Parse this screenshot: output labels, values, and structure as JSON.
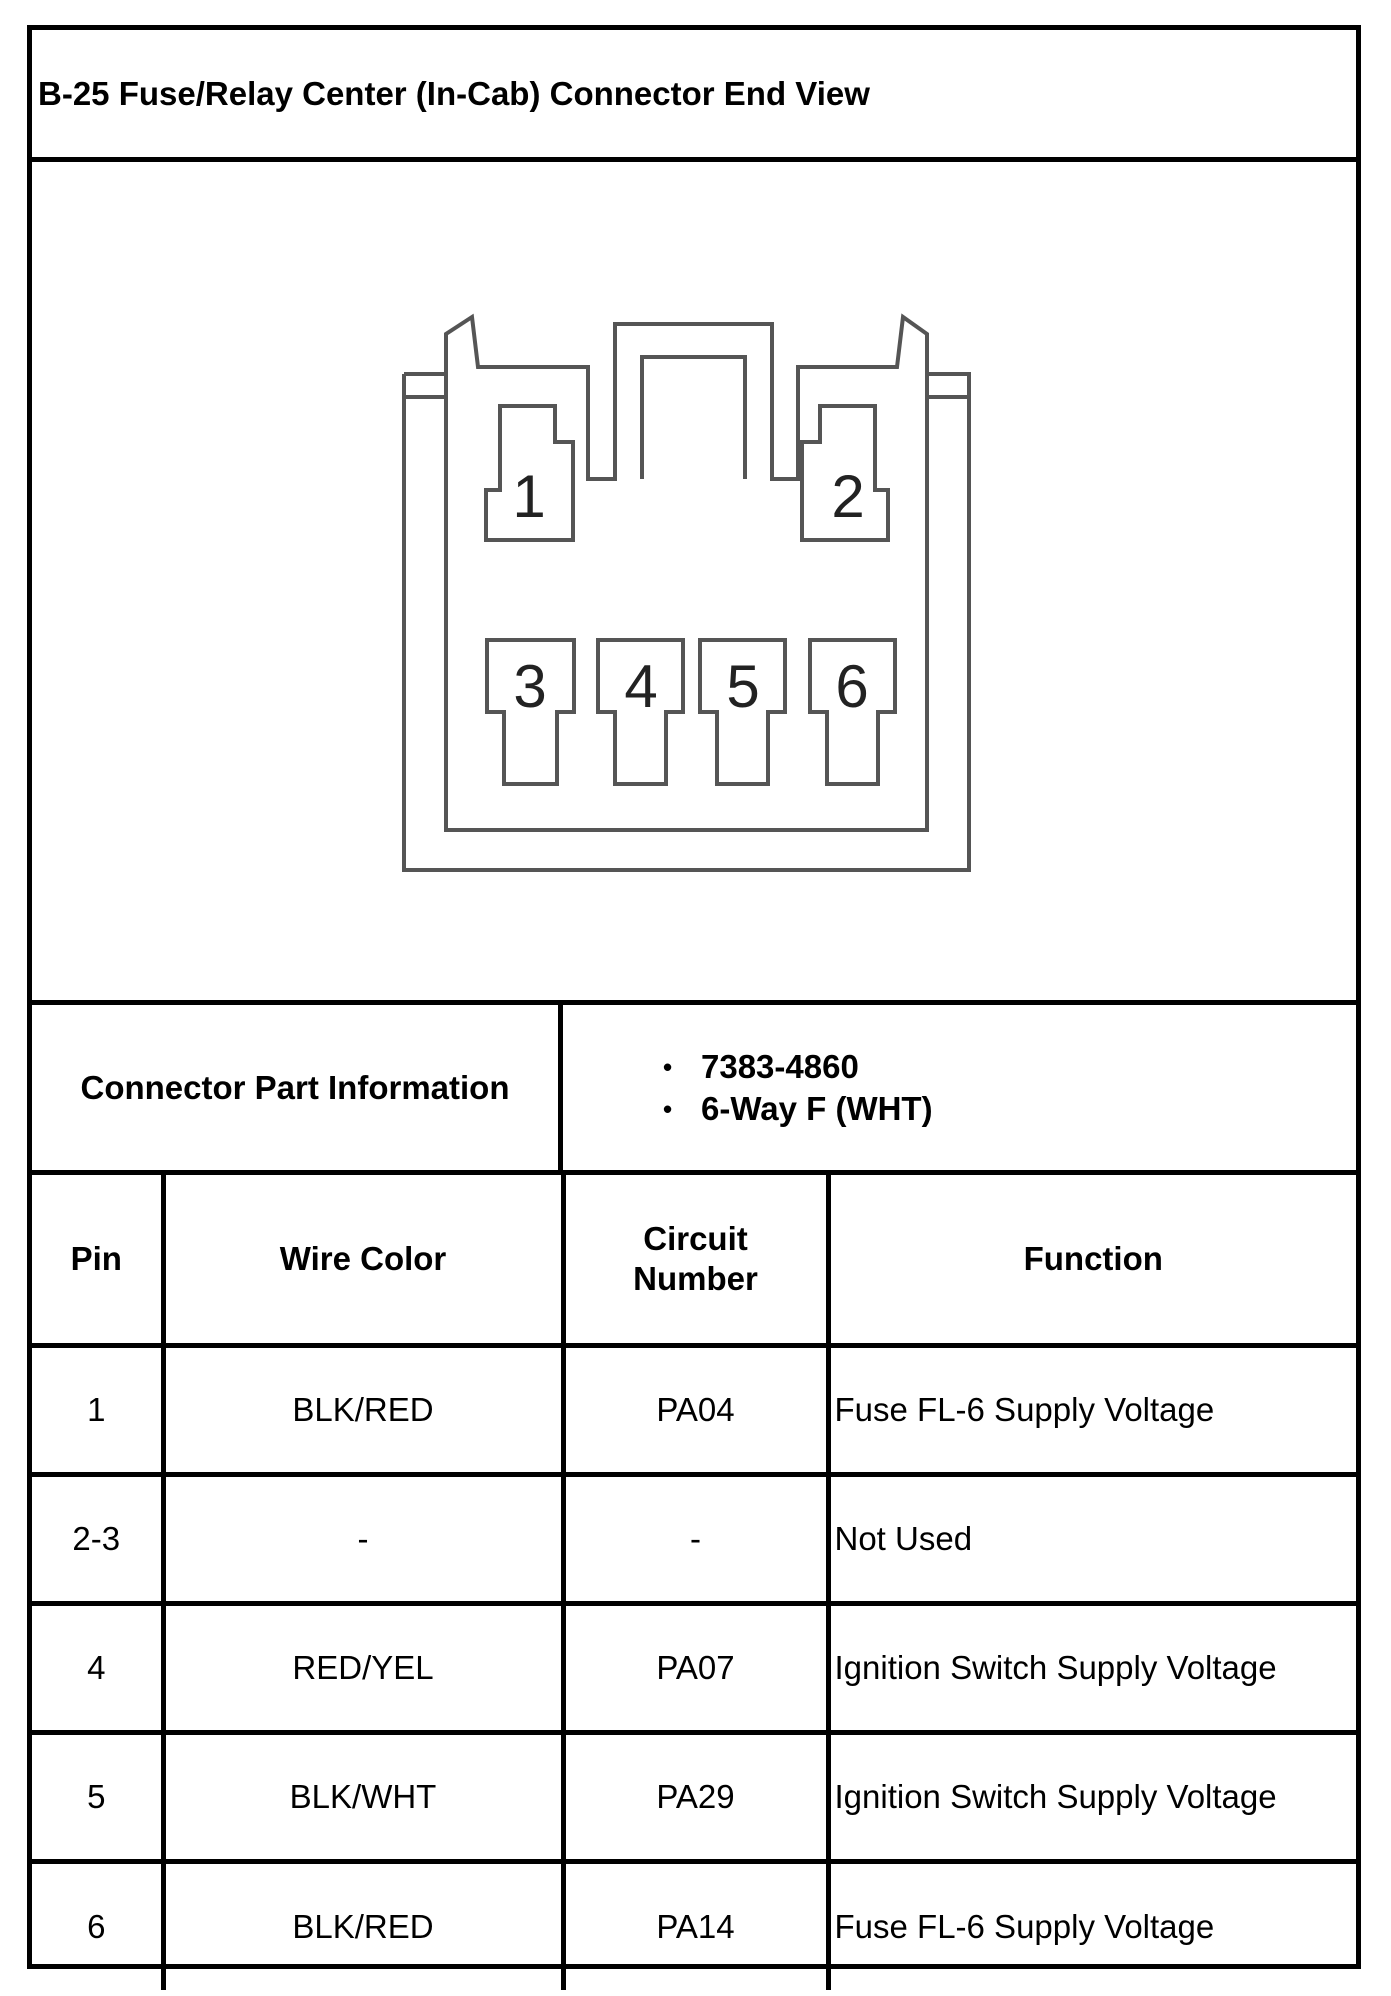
{
  "title": "B-25 Fuse/Relay Center (In-Cab) Connector End View",
  "connector_diagram": {
    "pin_labels": [
      "1",
      "2",
      "3",
      "4",
      "5",
      "6"
    ]
  },
  "part_info": {
    "label": "Connector Part Information",
    "items": [
      "7383-4860",
      "6-Way F (WHT)"
    ]
  },
  "table": {
    "headers": {
      "pin": "Pin",
      "wire_color": "Wire Color",
      "circuit_number": "Circuit Number",
      "function": "Function"
    },
    "rows": [
      {
        "pin": "1",
        "wire_color": "BLK/RED",
        "circuit": "PA04",
        "function": "Fuse FL-6 Supply Voltage"
      },
      {
        "pin": "2-3",
        "wire_color": "-",
        "circuit": "-",
        "function": "Not Used"
      },
      {
        "pin": "4",
        "wire_color": "RED/YEL",
        "circuit": "PA07",
        "function": "Ignition Switch Supply Voltage"
      },
      {
        "pin": "5",
        "wire_color": "BLK/WHT",
        "circuit": "PA29",
        "function": "Ignition Switch Supply Voltage"
      },
      {
        "pin": "6",
        "wire_color": "BLK/RED",
        "circuit": "PA14",
        "function": "Fuse FL-6 Supply Voltage"
      }
    ]
  }
}
